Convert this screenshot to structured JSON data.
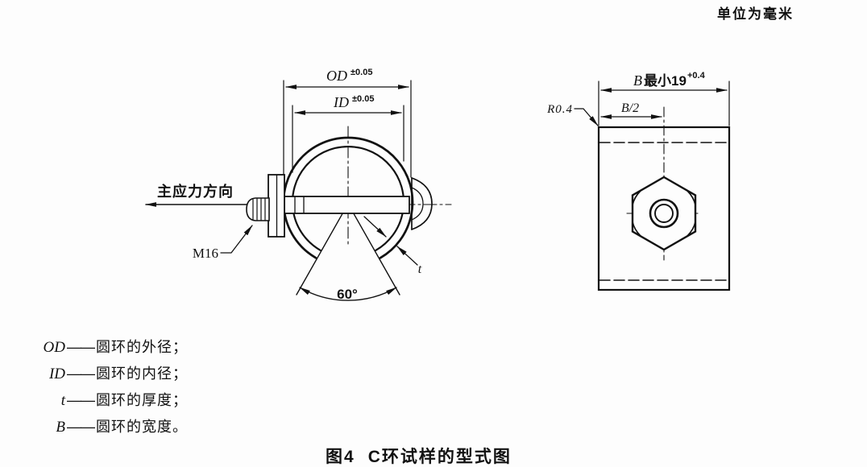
{
  "page": {
    "units_note": "单位为毫米",
    "caption_figure": "图4",
    "caption_title": "C环试样的型式图"
  },
  "front_view": {
    "od_label": "OD",
    "od_tolerance": "±0.05",
    "id_label": "ID",
    "id_tolerance": "±0.05",
    "angle_label": "60°",
    "thickness_label": "t",
    "thread_label": "M16",
    "stress_direction_label": "主应力方向"
  },
  "side_view": {
    "width_symbol": "B",
    "width_min_label": "最小19",
    "width_tolerance": "+0.4",
    "half_width_label": "B/2",
    "corner_radius_label": "R0.4"
  },
  "legend": {
    "separator": "——",
    "items": [
      {
        "symbol": "OD",
        "description": "圆环的外径；"
      },
      {
        "symbol": "ID",
        "description": "圆环的内径；"
      },
      {
        "symbol": "t",
        "description": "圆环的厚度；"
      },
      {
        "symbol": "B",
        "description": "圆环的宽度。"
      }
    ]
  }
}
